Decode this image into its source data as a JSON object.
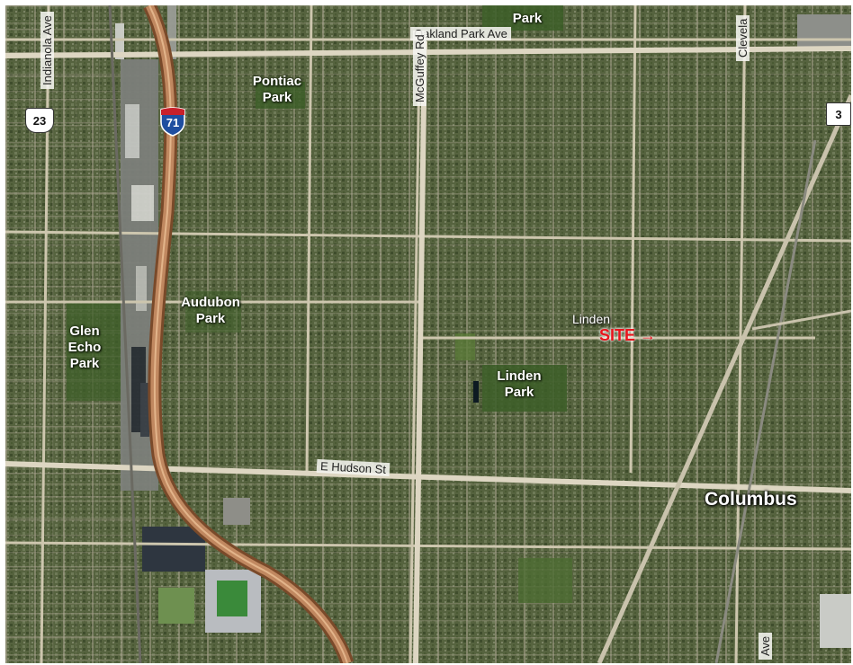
{
  "roads": {
    "oakland": "Oakland Park Ave",
    "indianola": "Indianola Ave",
    "mcguffey": "McGuffey Rd",
    "hudson": "E Hudson St",
    "cleveland": "Clevela",
    "bottom_ave": "Ave"
  },
  "shields": {
    "us23": "23",
    "i71": "71",
    "route3": "3"
  },
  "parks": {
    "top": "Park",
    "pontiac": "Pontiac Park",
    "audubon": "Audubon Park",
    "glen_echo": "Glen Echo Park",
    "linden": "Linden Park"
  },
  "places": {
    "linden": "Linden",
    "site": "SITE →",
    "city": "Columbus"
  },
  "colors": {
    "terrain": "#5f6b4b",
    "park_green": "#3c5e28",
    "street": "#b8b09a",
    "highway": "#c08860",
    "site_red": "#e8141c",
    "interstate_blue": "#1f4ea0",
    "interstate_red": "#c8202a"
  }
}
